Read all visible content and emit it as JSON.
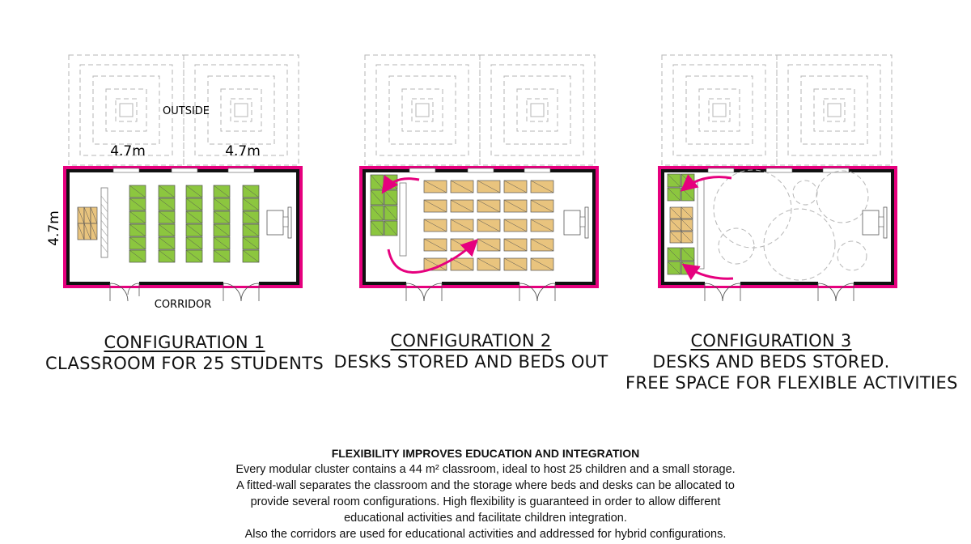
{
  "labels": {
    "outside": "OUTSIDE",
    "corridor": "CORRIDOR",
    "dim_width_1": "4.7m",
    "dim_width_2": "4.7m",
    "dim_depth": "4.7m"
  },
  "configurations": [
    {
      "name": "CONFIGURATION 1",
      "lines": [
        "CLASSROOM FOR 25 STUDENTS"
      ]
    },
    {
      "name": "CONFIGURATION 2",
      "lines": [
        "DESKS STORED AND BEDS OUT"
      ]
    },
    {
      "name": "CONFIGURATION 3",
      "lines": [
        "DESKS AND BEDS STORED.",
        "FREE SPACE FOR FLEXIBLE ACTIVITIES"
      ]
    }
  ],
  "footer": {
    "heading": "FLEXIBILITY IMPROVES EDUCATION AND INTEGRATION",
    "lines": [
      "Every modular cluster contains a 44 m² classroom, ideal to host 25 children and a small storage.",
      "A fitted-wall separates the classroom and the storage where beds and desks can be allocated to",
      "provide several room configurations. High flexibility is guaranteed in order to allow different",
      "educational activities and facilitate children integration.",
      "Also the corridors are used for educational activities and addressed for hybrid configurations."
    ]
  },
  "colors": {
    "outline": "#e6007e",
    "wall": "#111111",
    "desk": "#8cc63f",
    "bed": "#e9c47e",
    "dashed": "#b5b5b5"
  }
}
